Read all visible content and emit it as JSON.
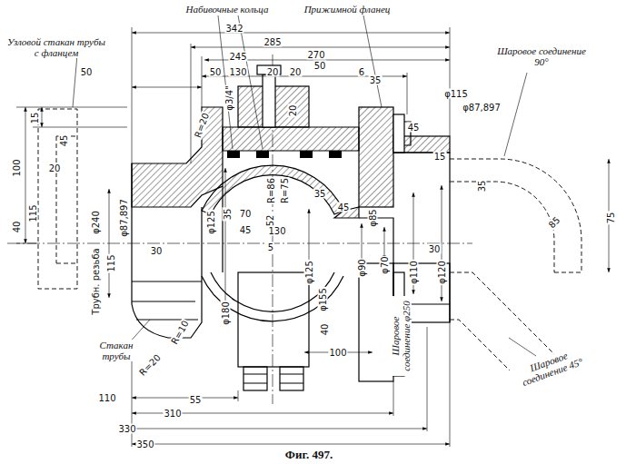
{
  "diagram": {
    "caption": "Фиг. 497.",
    "labels": [
      "Набивочные кольца",
      "Узловой стакан трубы с фланцем",
      "Прижимной фланец",
      "342",
      "285",
      "270",
      "245",
      "50",
      "50",
      "130",
      "20",
      "20",
      "50",
      "6",
      "35",
      "15",
      "100",
      "20",
      "115",
      "40",
      "45",
      "R=20",
      "φ3/4\"",
      "20",
      "φ115",
      "φ87,897",
      "Шаровое соединение 90°",
      "45",
      "15",
      "35",
      "75",
      "85",
      "R=86",
      "R=75",
      "35",
      "70",
      "52",
      "45",
      "130",
      "45",
      "φ85",
      "φ125",
      "35",
      "φ87,897",
      "Трубн. резьба",
      "115",
      "φ240",
      "30",
      "5",
      "φ180",
      "φ125",
      "φ155",
      "φ90",
      "φ70",
      "φ110",
      "φ120",
      "40",
      "100",
      "30",
      "Стакан трубы",
      "R=20",
      "R=10",
      "Шаровое соединение φ250",
      "Шаровое соединение 45°",
      "110",
      "55",
      "310",
      "330",
      "350"
    ]
  }
}
